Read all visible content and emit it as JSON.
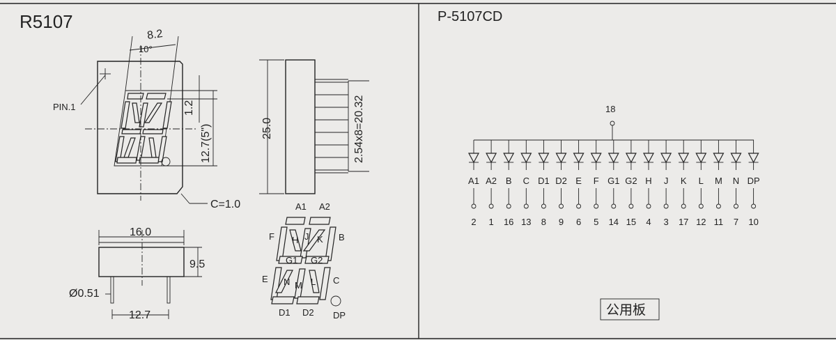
{
  "left_panel": {
    "title": "R5107",
    "front_view": {
      "width_label": "8.2",
      "angle_label": "10°",
      "pin1_label": "PIN.1",
      "seg_width_label": "1.2",
      "digit_height_label": "12.7(5\")",
      "chamfer_label": "C=1.0"
    },
    "side_view": {
      "height_label": "25.0",
      "pitch_label": "2.54x8=20.32"
    },
    "bottom_view": {
      "width_label": "16.0",
      "depth_label": "9.5",
      "pin_dia_label": "Ø0.51",
      "pin_span_label": "12.7"
    },
    "segment_map": {
      "labels": [
        "A1",
        "A2",
        "B",
        "C",
        "D1",
        "D2",
        "E",
        "F",
        "G1",
        "G2",
        "H",
        "J",
        "K",
        "L",
        "M",
        "N",
        "DP"
      ]
    }
  },
  "right_panel": {
    "title": "P-5107CD",
    "common_pin": "18",
    "segments": [
      {
        "seg": "A1",
        "pin": "2"
      },
      {
        "seg": "A2",
        "pin": "1"
      },
      {
        "seg": "B",
        "pin": "16"
      },
      {
        "seg": "C",
        "pin": "13"
      },
      {
        "seg": "D1",
        "pin": "8"
      },
      {
        "seg": "D2",
        "pin": "9"
      },
      {
        "seg": "E",
        "pin": "6"
      },
      {
        "seg": "F",
        "pin": "5"
      },
      {
        "seg": "G1",
        "pin": "14"
      },
      {
        "seg": "G2",
        "pin": "15"
      },
      {
        "seg": "H",
        "pin": "4"
      },
      {
        "seg": "J",
        "pin": "3"
      },
      {
        "seg": "K",
        "pin": "17"
      },
      {
        "seg": "L",
        "pin": "12"
      },
      {
        "seg": "M",
        "pin": "11"
      },
      {
        "seg": "N",
        "pin": "7"
      },
      {
        "seg": "DP",
        "pin": "10"
      }
    ],
    "type_label": "公用板"
  }
}
